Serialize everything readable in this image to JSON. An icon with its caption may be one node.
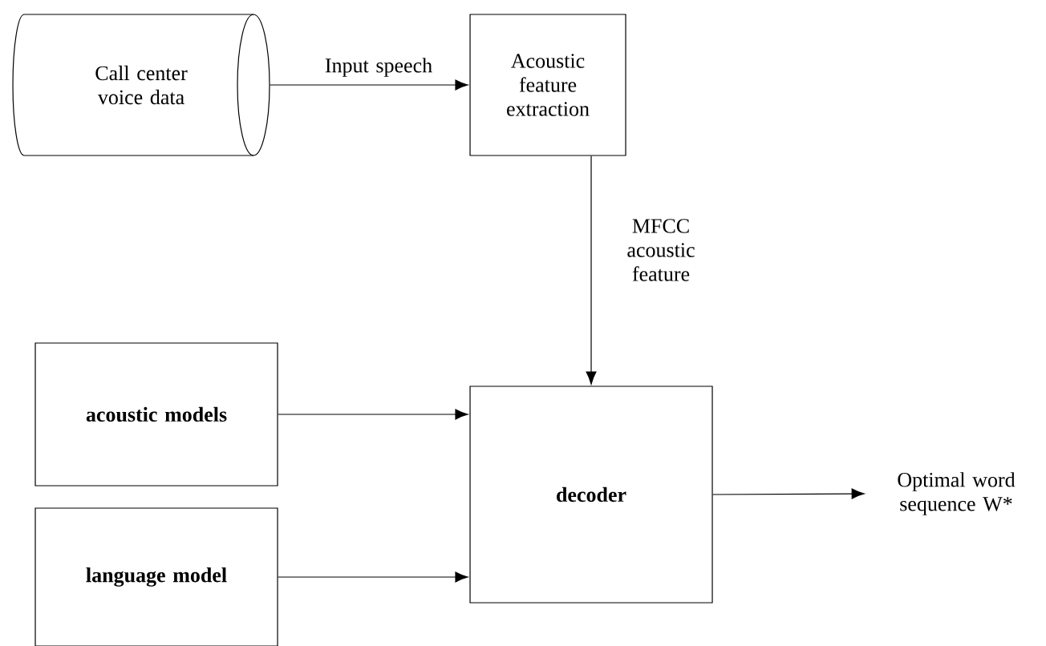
{
  "diagram": {
    "nodes": [
      {
        "text": [
          "Call center voice data"
        ]
      },
      {
        "text": [
          "Acoustic feature extraction"
        ]
      },
      {
        "text": [
          "acoustic models"
        ]
      },
      {
        "text": [
          "language model"
        ]
      },
      {
        "text": [
          "decoder"
        ]
      },
      {
        "text": [
          "Optimal word sequence W*"
        ]
      }
    ],
    "edges": [
      {
        "from": 0,
        "to": 1,
        "arrow": "to",
        "label": "Input speech"
      },
      {
        "from": 1,
        "to": 4,
        "arrow": "to",
        "label": "MFCC acoustic feature"
      },
      {
        "from": 2,
        "to": 4,
        "arrow": "to"
      },
      {
        "from": 3,
        "to": 4,
        "arrow": "to"
      },
      {
        "from": 4,
        "to": 5,
        "arrow": "to"
      }
    ]
  }
}
